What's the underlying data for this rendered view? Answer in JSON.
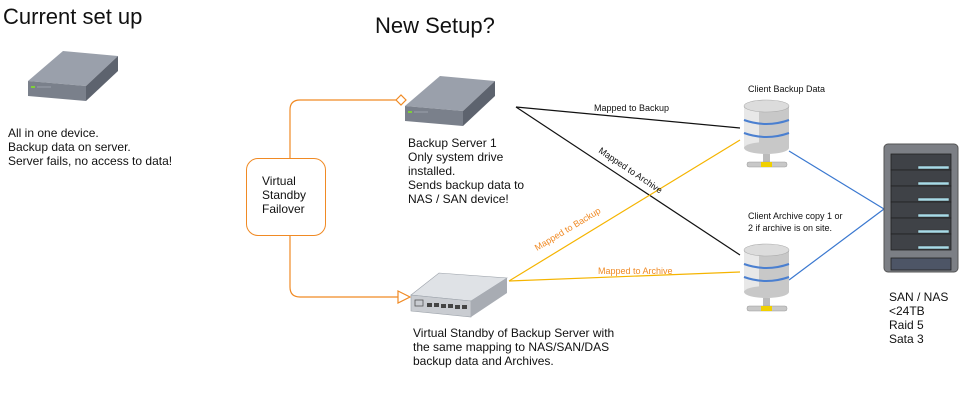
{
  "titles": {
    "current": "Current set up",
    "new": "New Setup?"
  },
  "current_setup": {
    "device_icon": "server-icon",
    "description": "All in one device.\nBackup data on server.\nServer fails, no access to data!"
  },
  "failover_box": {
    "label": "Virtual\nStandby\nFailover"
  },
  "backup_server": {
    "icon": "server-icon",
    "description": "Backup Server 1\nOnly system drive\ninstalled.\nSends backup data to\nNAS / SAN device!"
  },
  "virtual_standby": {
    "icon": "network-switch-icon",
    "description": "Virtual Standby of Backup Server with\nthe same mapping to NAS/SAN/DAS\nbackup data and Archives."
  },
  "client_backup": {
    "icon": "database-icon",
    "label": "Client Backup Data"
  },
  "client_archive": {
    "icon": "database-icon",
    "label": "Client Archive copy 1 or\n2 if archive is on site."
  },
  "san_nas": {
    "icon": "storage-rack-icon",
    "label": "SAN / NAS\n<24TB\nRaid 5\nSata 3"
  },
  "connections": {
    "bs_to_backup": "Mapped to Backup",
    "bs_to_archive": "Mapped to Archive",
    "vs_to_backup": "Mapped to Backup",
    "vs_to_archive": "Mapped to Archive"
  },
  "colors": {
    "orange": "#f08a24",
    "yellow": "#f5b400",
    "blue": "#3a78d0",
    "black": "#111111"
  }
}
